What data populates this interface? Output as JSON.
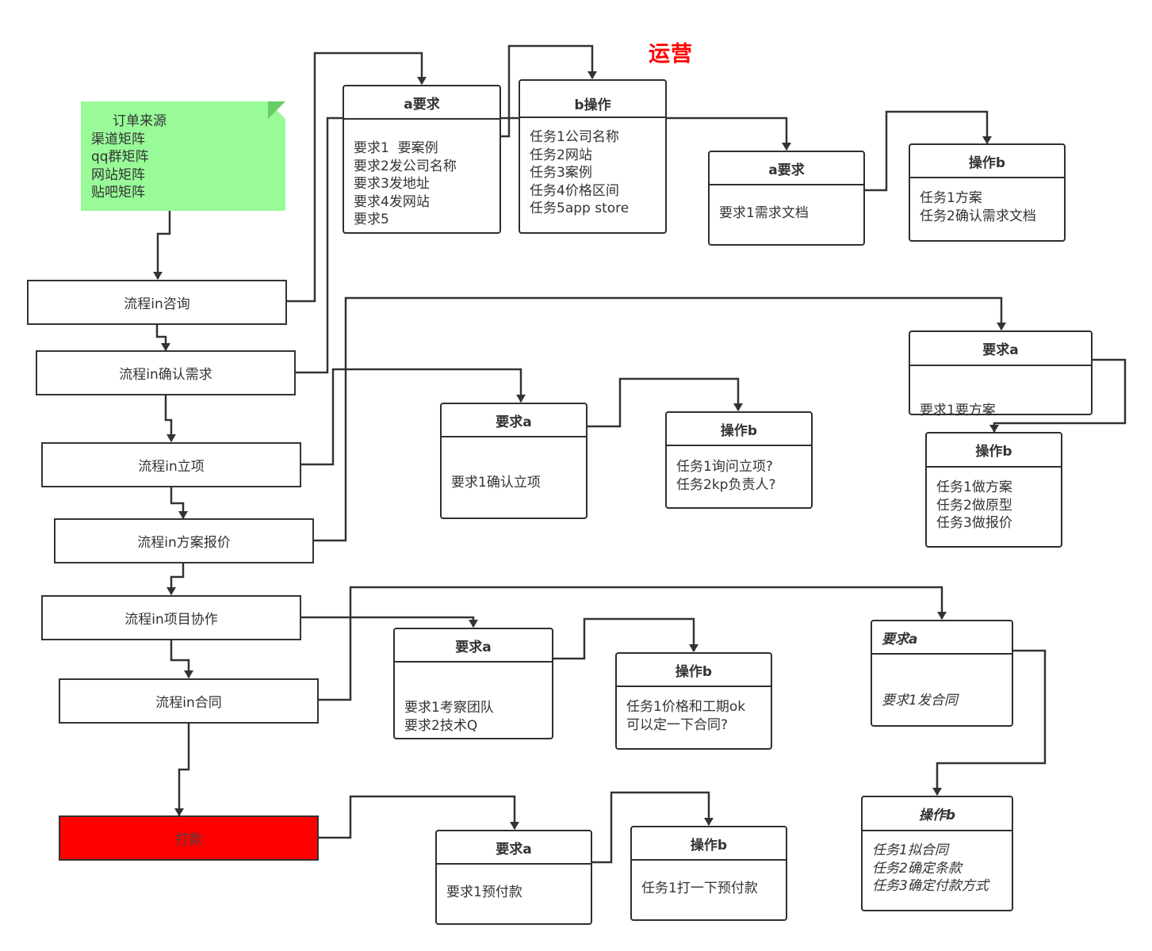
{
  "title": "运营",
  "note": {
    "heading": "订单来源",
    "items": [
      "渠道矩阵",
      "qq群矩阵",
      "网站矩阵",
      "贴吧矩阵"
    ],
    "color": "#98fb98"
  },
  "processes": [
    {
      "label": "流程in咨询"
    },
    {
      "label": "流程in确认需求"
    },
    {
      "label": "流程in立项"
    },
    {
      "label": "流程in方案报价"
    },
    {
      "label": "流程in项目协作"
    },
    {
      "label": "流程in合同"
    },
    {
      "label": "打款",
      "color": "#ff0000"
    }
  ],
  "cards": {
    "consult_req": {
      "header": "a要求",
      "lines": [
        "要求1  要案例",
        "要求2发公司名称",
        "要求3发地址",
        "要求4发网站",
        "要求5"
      ]
    },
    "consult_op": {
      "header": "b操作",
      "lines": [
        "任务1公司名称",
        "任务2网站",
        "任务3案例",
        "任务4价格区间",
        "任务5app store"
      ]
    },
    "confirm_req": {
      "header": "a要求",
      "lines": [
        "要求1需求文档"
      ]
    },
    "confirm_op": {
      "header": "操作b",
      "lines": [
        "任务1方案",
        "任务2确认需求文档"
      ]
    },
    "project_req": {
      "header": "要求a",
      "lines": [
        "要求1确认立项"
      ]
    },
    "project_op": {
      "header": "操作b",
      "lines": [
        "任务1询问立项?",
        "任务2kp负责人?"
      ]
    },
    "quote_req": {
      "header": "要求a",
      "lines": [
        "要求1要方案"
      ]
    },
    "quote_op": {
      "header": "操作b",
      "lines": [
        "任务1做方案",
        "任务2做原型",
        "任务3做报价"
      ]
    },
    "collab_req": {
      "header": "要求a",
      "lines": [
        "要求1考察团队",
        "要求2技术Q"
      ]
    },
    "collab_op": {
      "header": "操作b",
      "lines": [
        "任务1价格和工期ok",
        "可以定一下合同?"
      ]
    },
    "contract_req": {
      "header": "要求a",
      "lines": [
        "要求1发合同"
      ]
    },
    "contract_op": {
      "header": "操作b",
      "lines": [
        "任务1拟合同",
        "任务2确定条款",
        "任务3确定付款方式"
      ]
    },
    "pay_req": {
      "header": "要求a",
      "lines": [
        "要求1预付款"
      ]
    },
    "pay_op": {
      "header": "操作b",
      "lines": [
        "任务1打一下预付款"
      ]
    }
  }
}
